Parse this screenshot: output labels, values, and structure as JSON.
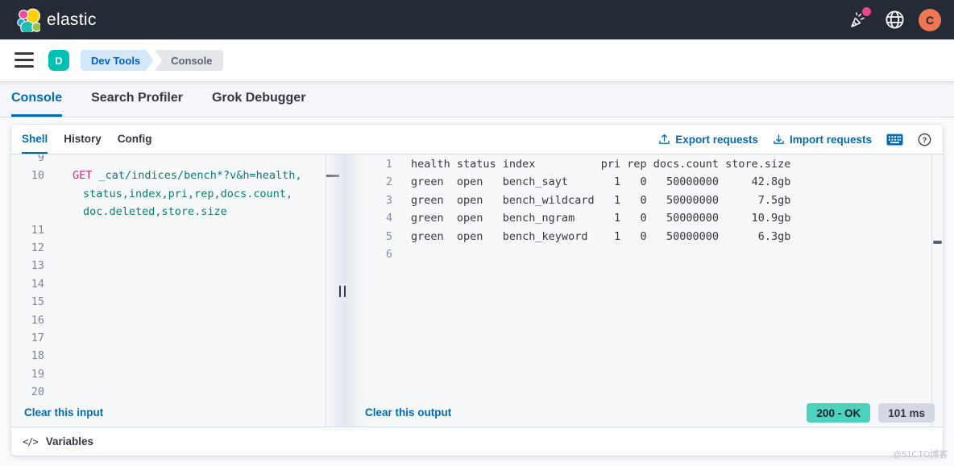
{
  "topbar": {
    "brand": "elastic",
    "avatar_initial": "C",
    "icons": {
      "notifications": "party-horn",
      "language": "globe",
      "menu": "hamburger",
      "export": "upload-arrow",
      "import": "download-arrow",
      "shortcuts": "keyboard",
      "help": "question-circle",
      "variables": "code-brackets"
    }
  },
  "breadcrumbs": {
    "space_initial": "D",
    "items": [
      {
        "label": "Dev Tools"
      },
      {
        "label": "Console"
      }
    ]
  },
  "app_tabs": [
    {
      "label": "Console",
      "active": true
    },
    {
      "label": "Search Profiler",
      "active": false
    },
    {
      "label": "Grok Debugger",
      "active": false
    }
  ],
  "console": {
    "tabs": [
      {
        "label": "Shell",
        "active": true
      },
      {
        "label": "History",
        "active": false
      },
      {
        "label": "Config",
        "active": false
      }
    ],
    "actions": {
      "export_label": "Export requests",
      "import_label": "Import requests"
    },
    "editor": {
      "clear_label": "Clear this input",
      "rows": [
        {
          "num": "9",
          "wrap": false,
          "segments": []
        },
        {
          "num": "10",
          "wrap": false,
          "segments": [
            {
              "text": "GET",
              "cls": "method"
            },
            {
              "text": " _cat/indices/bench*?v&h=health,",
              "cls": "url"
            }
          ]
        },
        {
          "num": "",
          "wrap": true,
          "segments": [
            {
              "text": "status,index,pri,rep,docs.count,",
              "cls": "url"
            }
          ]
        },
        {
          "num": "",
          "wrap": true,
          "segments": [
            {
              "text": "doc.deleted,store.size",
              "cls": "url"
            }
          ]
        },
        {
          "num": "11",
          "wrap": false,
          "segments": []
        },
        {
          "num": "12",
          "wrap": false,
          "segments": []
        },
        {
          "num": "13",
          "wrap": false,
          "segments": []
        },
        {
          "num": "14",
          "wrap": false,
          "segments": []
        },
        {
          "num": "15",
          "wrap": false,
          "segments": []
        },
        {
          "num": "16",
          "wrap": false,
          "segments": []
        },
        {
          "num": "17",
          "wrap": false,
          "segments": []
        },
        {
          "num": "18",
          "wrap": false,
          "segments": []
        },
        {
          "num": "19",
          "wrap": false,
          "segments": []
        },
        {
          "num": "20",
          "wrap": false,
          "segments": []
        }
      ]
    },
    "output": {
      "clear_label": "Clear this output",
      "status_badge": "200 - OK",
      "time_badge": "101 ms",
      "lines": [
        {
          "num": "1",
          "text": "health status index          pri rep docs.count store.size"
        },
        {
          "num": "2",
          "text": "green  open   bench_sayt       1   0   50000000     42.8gb"
        },
        {
          "num": "3",
          "text": "green  open   bench_wildcard   1   0   50000000      7.5gb"
        },
        {
          "num": "4",
          "text": "green  open   bench_ngram      1   0   50000000     10.9gb"
        },
        {
          "num": "5",
          "text": "green  open   bench_keyword    1   0   50000000      6.3gb"
        },
        {
          "num": "6",
          "text": ""
        }
      ],
      "table": {
        "columns": [
          "health",
          "status",
          "index",
          "pri",
          "rep",
          "docs.count",
          "store.size"
        ],
        "rows": [
          [
            "green",
            "open",
            "bench_sayt",
            1,
            0,
            50000000,
            "42.8gb"
          ],
          [
            "green",
            "open",
            "bench_wildcard",
            1,
            0,
            50000000,
            "7.5gb"
          ],
          [
            "green",
            "open",
            "bench_ngram",
            1,
            0,
            50000000,
            "10.9gb"
          ],
          [
            "green",
            "open",
            "bench_keyword",
            1,
            0,
            50000000,
            "6.3gb"
          ]
        ]
      }
    },
    "footer": {
      "variables_label": "Variables",
      "variables_icon": "</>"
    }
  },
  "watermark": "@51CTO博客",
  "colors": {
    "topbar_bg": "#252b36",
    "accent": "#006bb4",
    "brand_teal": "#00bfb3",
    "avatar_bg": "#ee7752",
    "notification_dot": "#e8488b",
    "code_method": "#d0307d",
    "code_url": "#0b7c70",
    "badge_success_bg": "#4dd2be",
    "badge_time_bg": "#d3d8e3"
  }
}
